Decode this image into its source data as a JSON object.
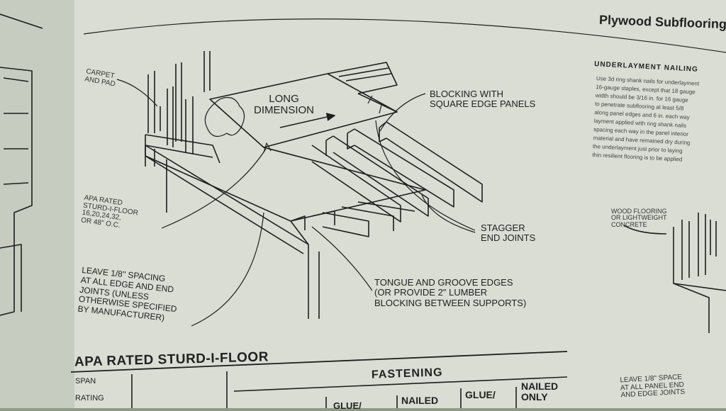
{
  "header": {
    "title": "Plywood Subflooring"
  },
  "diagram": {
    "labels": {
      "carpet_pad": "CARPET\nAND PAD",
      "long_dimension": "LONG\nDIMENSION",
      "blocking": "BLOCKING WITH\nSQUARE EDGE PANELS",
      "apa_rated": "APA RATED\nSTURD-I-FLOOR\n16,20,24,32,\nOR 48\" O.C.",
      "stagger": "STAGGER\nEND JOINTS",
      "leave_spacing": "LEAVE 1/8\" SPACING\nAT ALL EDGE AND END\nJOINTS (UNLESS\nOTHERWISE SPECIFIED\nBY MANUFACTURER)",
      "tongue_groove": "TONGUE AND GROOVE EDGES\n(OR PROVIDE 2\" LUMBER\nBLOCKING BETWEEN SUPPORTS)"
    }
  },
  "right_column": {
    "heading": "UNDERLAYMENT NAILING",
    "body_lines": [
      "Use 3d ring shank nails for underlayment",
      "16-gauge staples, except that 18 gauge",
      "width should be 3/16 in. for 16 gauge",
      "to penetrate subflooring at least 5/8",
      "along panel edges and 6 in. each way",
      "layment applied with ring shank nails",
      "spacing each way in the panel interior",
      "material and have remained dry during",
      "the underlayment just prior to laying",
      "thin resilient flooring is to be applied"
    ],
    "wood_label": "WOOD FLOORING\nOR LIGHTWEIGHT\nCONCRETE",
    "leave_space": "LEAVE 1/8\" SPACE\nAT ALL PANEL END\nAND EDGE JOINTS"
  },
  "table": {
    "title": "APA RATED STURD-I-FLOOR",
    "span_label": "SPAN",
    "rating_label": "RATING",
    "fastening_label": "FASTENING",
    "col_glue1": "GLUE/",
    "col_nailed": "NAILED",
    "col_glue2": "GLUE/",
    "col_nailed_only": "NAILED\nONLY"
  }
}
